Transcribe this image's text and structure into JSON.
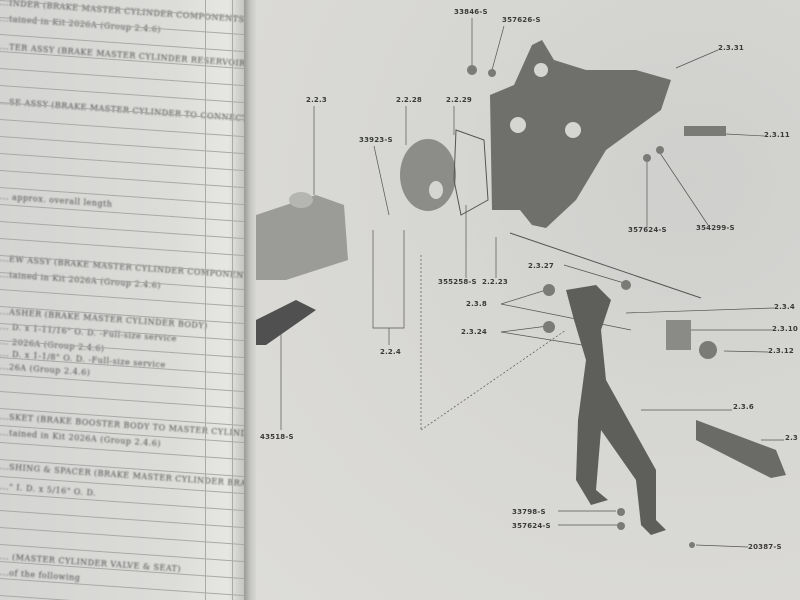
{
  "left_page": {
    "lines": [
      "...INDER (BRAKE MASTER CYLINDER COMPONENTS)",
      "...tained in Kit 2026A (Group 2.4.6)",
      "...TER ASSY (BRAKE MASTER CYLINDER RESERVOIR)",
      "...SE ASSY (BRAKE MASTER CYLINDER TO CONNECTOR)",
      "... approx. overall length",
      "...EW ASSY (BRAKE MASTER CYLINDER COMPONENTS)",
      "...tained in Kit 2026A (Group 2.4.6)",
      "...ASHER (BRAKE MASTER CYLINDER BODY)",
      "... D. x 1-11/16\" O. D. -Full-size service",
      "... 2026A (Group 2.4.6)",
      "... D. x 1-1/8\" O. D. -Full-size service",
      "...26A (Group 2.4.6)",
      "...SKET (BRAKE BOOSTER BODY TO MASTER CYLINDER)",
      "...tained in Kit 2026A (Group 2.4.6)",
      "...SHING & SPACER (BRAKE MASTER CYLINDER BRACKET)",
      "...\" I. D. x 5/16\" O. D.",
      "... (MASTER CYLINDER VALVE & SEAT)",
      "...of the following"
    ]
  },
  "diagram": {
    "labels": [
      {
        "id": "33846-5",
        "text": "33846-S"
      },
      {
        "id": "357626-5",
        "text": "357626-S"
      },
      {
        "id": "2.3.31",
        "text": "2.3.31"
      },
      {
        "id": "2.2.3",
        "text": "2.2.3"
      },
      {
        "id": "2.2.28",
        "text": "2.2.28"
      },
      {
        "id": "2.2.29",
        "text": "2.2.29"
      },
      {
        "id": "33923-5",
        "text": "33923-S"
      },
      {
        "id": "2.3.11",
        "text": "2.3.11"
      },
      {
        "id": "357624-5a",
        "text": "357624-S"
      },
      {
        "id": "354299-5",
        "text": "354299-S"
      },
      {
        "id": "355258-5",
        "text": "355258-S"
      },
      {
        "id": "2.2.23",
        "text": "2.2.23"
      },
      {
        "id": "2.3.27",
        "text": "2.3.27"
      },
      {
        "id": "2.3.8",
        "text": "2.3.8"
      },
      {
        "id": "2.3.4",
        "text": "2.3.4"
      },
      {
        "id": "2.3.24",
        "text": "2.3.24"
      },
      {
        "id": "2.3.10",
        "text": "2.3.10"
      },
      {
        "id": "2.3.12",
        "text": "2.3.12"
      },
      {
        "id": "2.2.4",
        "text": "2.2.4"
      },
      {
        "id": "2.3.6",
        "text": "2.3.6"
      },
      {
        "id": "2.3",
        "text": "2.3"
      },
      {
        "id": "43518-5",
        "text": "43518-S"
      },
      {
        "id": "33798-5",
        "text": "33798-S"
      },
      {
        "id": "357624-5b",
        "text": "357624-S"
      },
      {
        "id": "20387-5",
        "text": "20387-S"
      }
    ]
  }
}
